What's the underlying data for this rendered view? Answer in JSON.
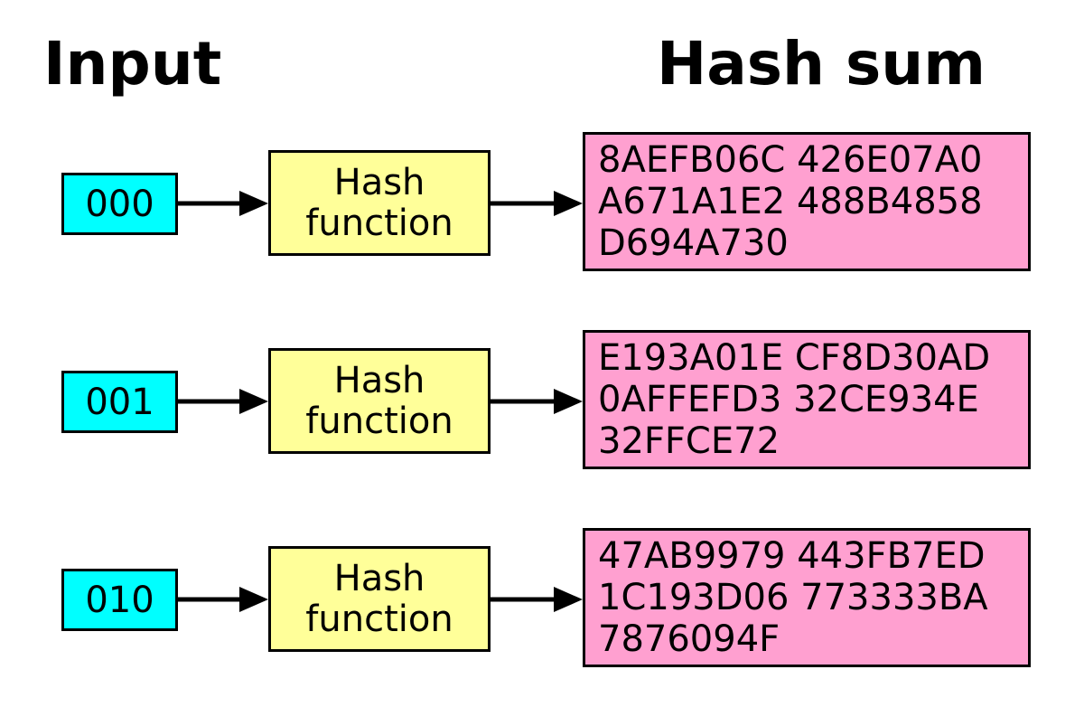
{
  "titles": {
    "input": "Input",
    "hash_sum": "Hash sum"
  },
  "colors": {
    "background": "#FFFFFF",
    "input_box": "#00FFFF",
    "hash_function_box": "#FFFF99",
    "hash_sum_box": "#FFA0D0",
    "box_border": "#000000",
    "arrow": "#000000",
    "text": "#000000"
  },
  "icons": {
    "arrow": "right-arrow-icon"
  },
  "rows": [
    {
      "input": "000",
      "function_lines": [
        "Hash",
        "function"
      ],
      "hash_lines": [
        "8AEFB06C 426E07A0",
        "A671A1E2 488B4858",
        "D694A730"
      ],
      "hash_full": "8AEFB06C 426E07A0 A671A1E2 488B4858 D694A730"
    },
    {
      "input": "001",
      "function_lines": [
        "Hash",
        "function"
      ],
      "hash_lines": [
        "E193A01E CF8D30AD",
        "0AFFEFD3 32CE934E",
        "32FFCE72"
      ],
      "hash_full": "E193A01E CF8D30AD 0AFFEFD3 32CE934E 32FFCE72"
    },
    {
      "input": "010",
      "function_lines": [
        "Hash",
        "function"
      ],
      "hash_lines": [
        "47AB9979 443FB7ED",
        "1C193D06 773333BA",
        "7876094F"
      ],
      "hash_full": "47AB9979 443FB7ED 1C193D06 773333BA 7876094F"
    }
  ]
}
